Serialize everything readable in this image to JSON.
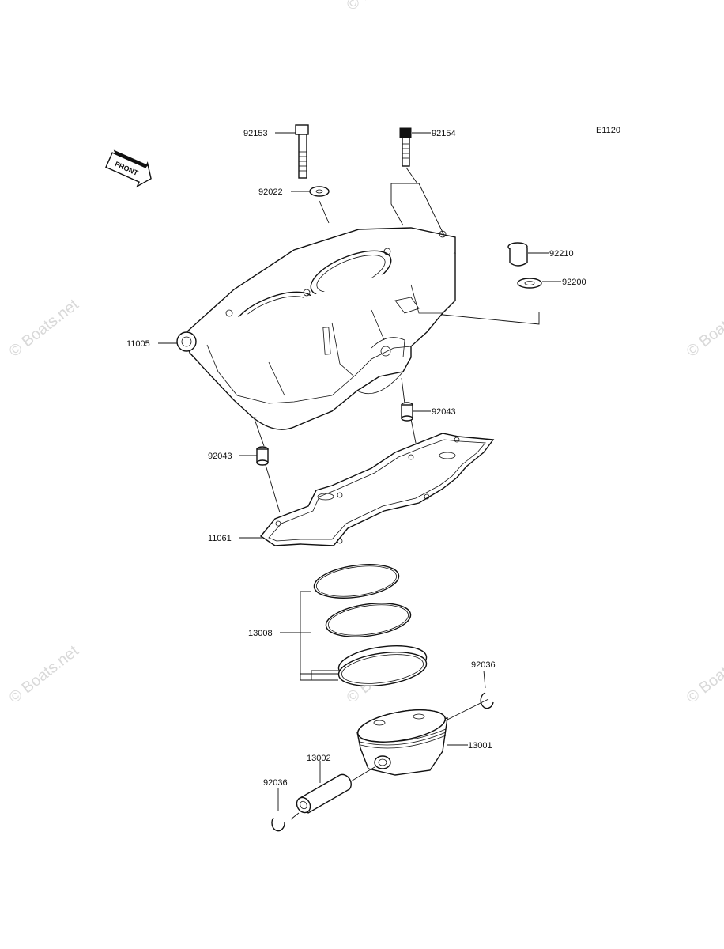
{
  "diagram_code": "E1120",
  "front_arrow": {
    "text": "FRONT"
  },
  "watermark": "© Boats.net",
  "parts": [
    {
      "number": "92153"
    },
    {
      "number": "92154"
    },
    {
      "number": "92022"
    },
    {
      "number": "92210"
    },
    {
      "number": "92200"
    },
    {
      "number": "11005"
    },
    {
      "number": "92043"
    },
    {
      "number": "92043"
    },
    {
      "number": "11061"
    },
    {
      "number": "13008"
    },
    {
      "number": "92036"
    },
    {
      "number": "13001"
    },
    {
      "number": "13002"
    },
    {
      "number": "92036"
    }
  ]
}
